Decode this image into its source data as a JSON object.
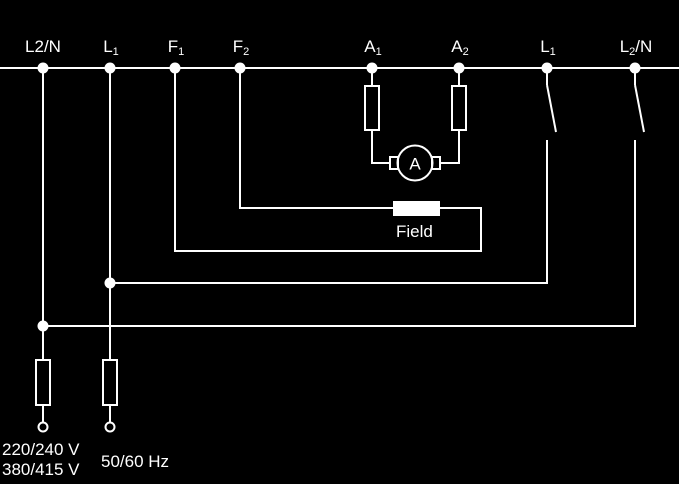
{
  "terminals": [
    {
      "id": "l2n-left",
      "main": "L2/N",
      "sub": ""
    },
    {
      "id": "l1-left",
      "main": "L",
      "sub": "1"
    },
    {
      "id": "f1",
      "main": "F",
      "sub": "1"
    },
    {
      "id": "f2",
      "main": "F",
      "sub": "2"
    },
    {
      "id": "a1",
      "main": "A",
      "sub": "1"
    },
    {
      "id": "a2",
      "main": "A",
      "sub": "2"
    },
    {
      "id": "l1-right",
      "main": "L",
      "sub": "1"
    },
    {
      "id": "l2n-right",
      "main": "L",
      "sub": "2",
      "suffix": "/N"
    }
  ],
  "motor": {
    "letter": "A"
  },
  "field": {
    "label": "Field"
  },
  "supply": {
    "voltage_line1": "220/240 V",
    "voltage_line2": "380/415 V",
    "frequency": "50/60 Hz"
  },
  "colors": {
    "background": "#000000",
    "line": "#ffffff"
  }
}
